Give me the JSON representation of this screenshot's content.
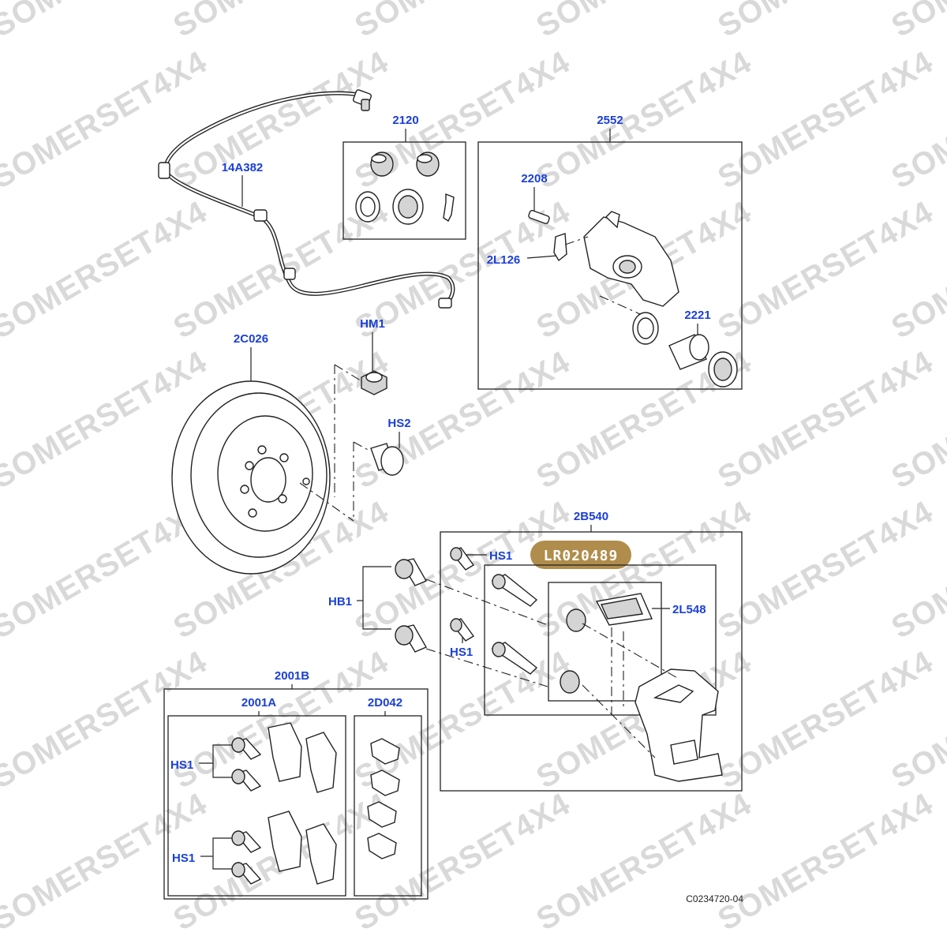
{
  "watermark": {
    "text": "SOMERSET4X4",
    "color": "#d9d9d9"
  },
  "colors": {
    "callout": "#1a3fd8",
    "badge": "#b08d4c",
    "line": "#222222"
  },
  "badge": {
    "label": "LR020489"
  },
  "reference": "C0234720-04",
  "callouts": {
    "sensor": "14A382",
    "seal_kit": "2120",
    "caliper": "2552",
    "bleed_screw": "2208",
    "bleed_cap": "2L126",
    "piston": "2221",
    "disc": "2C026",
    "hub_nut": "HM1",
    "disc_screw": "HS2",
    "carrier": "2B540",
    "carrier_bolt_top": "HS1",
    "carrier_bolt_bottom": "HS1",
    "boot_grease": "2L548",
    "hub_bolts": "HB1",
    "pad_set": "2001B",
    "pad_kit": "2001A",
    "clip_kit": "2D042",
    "pad_bolt_top": "HS1",
    "pad_bolt_bottom": "HS1"
  }
}
